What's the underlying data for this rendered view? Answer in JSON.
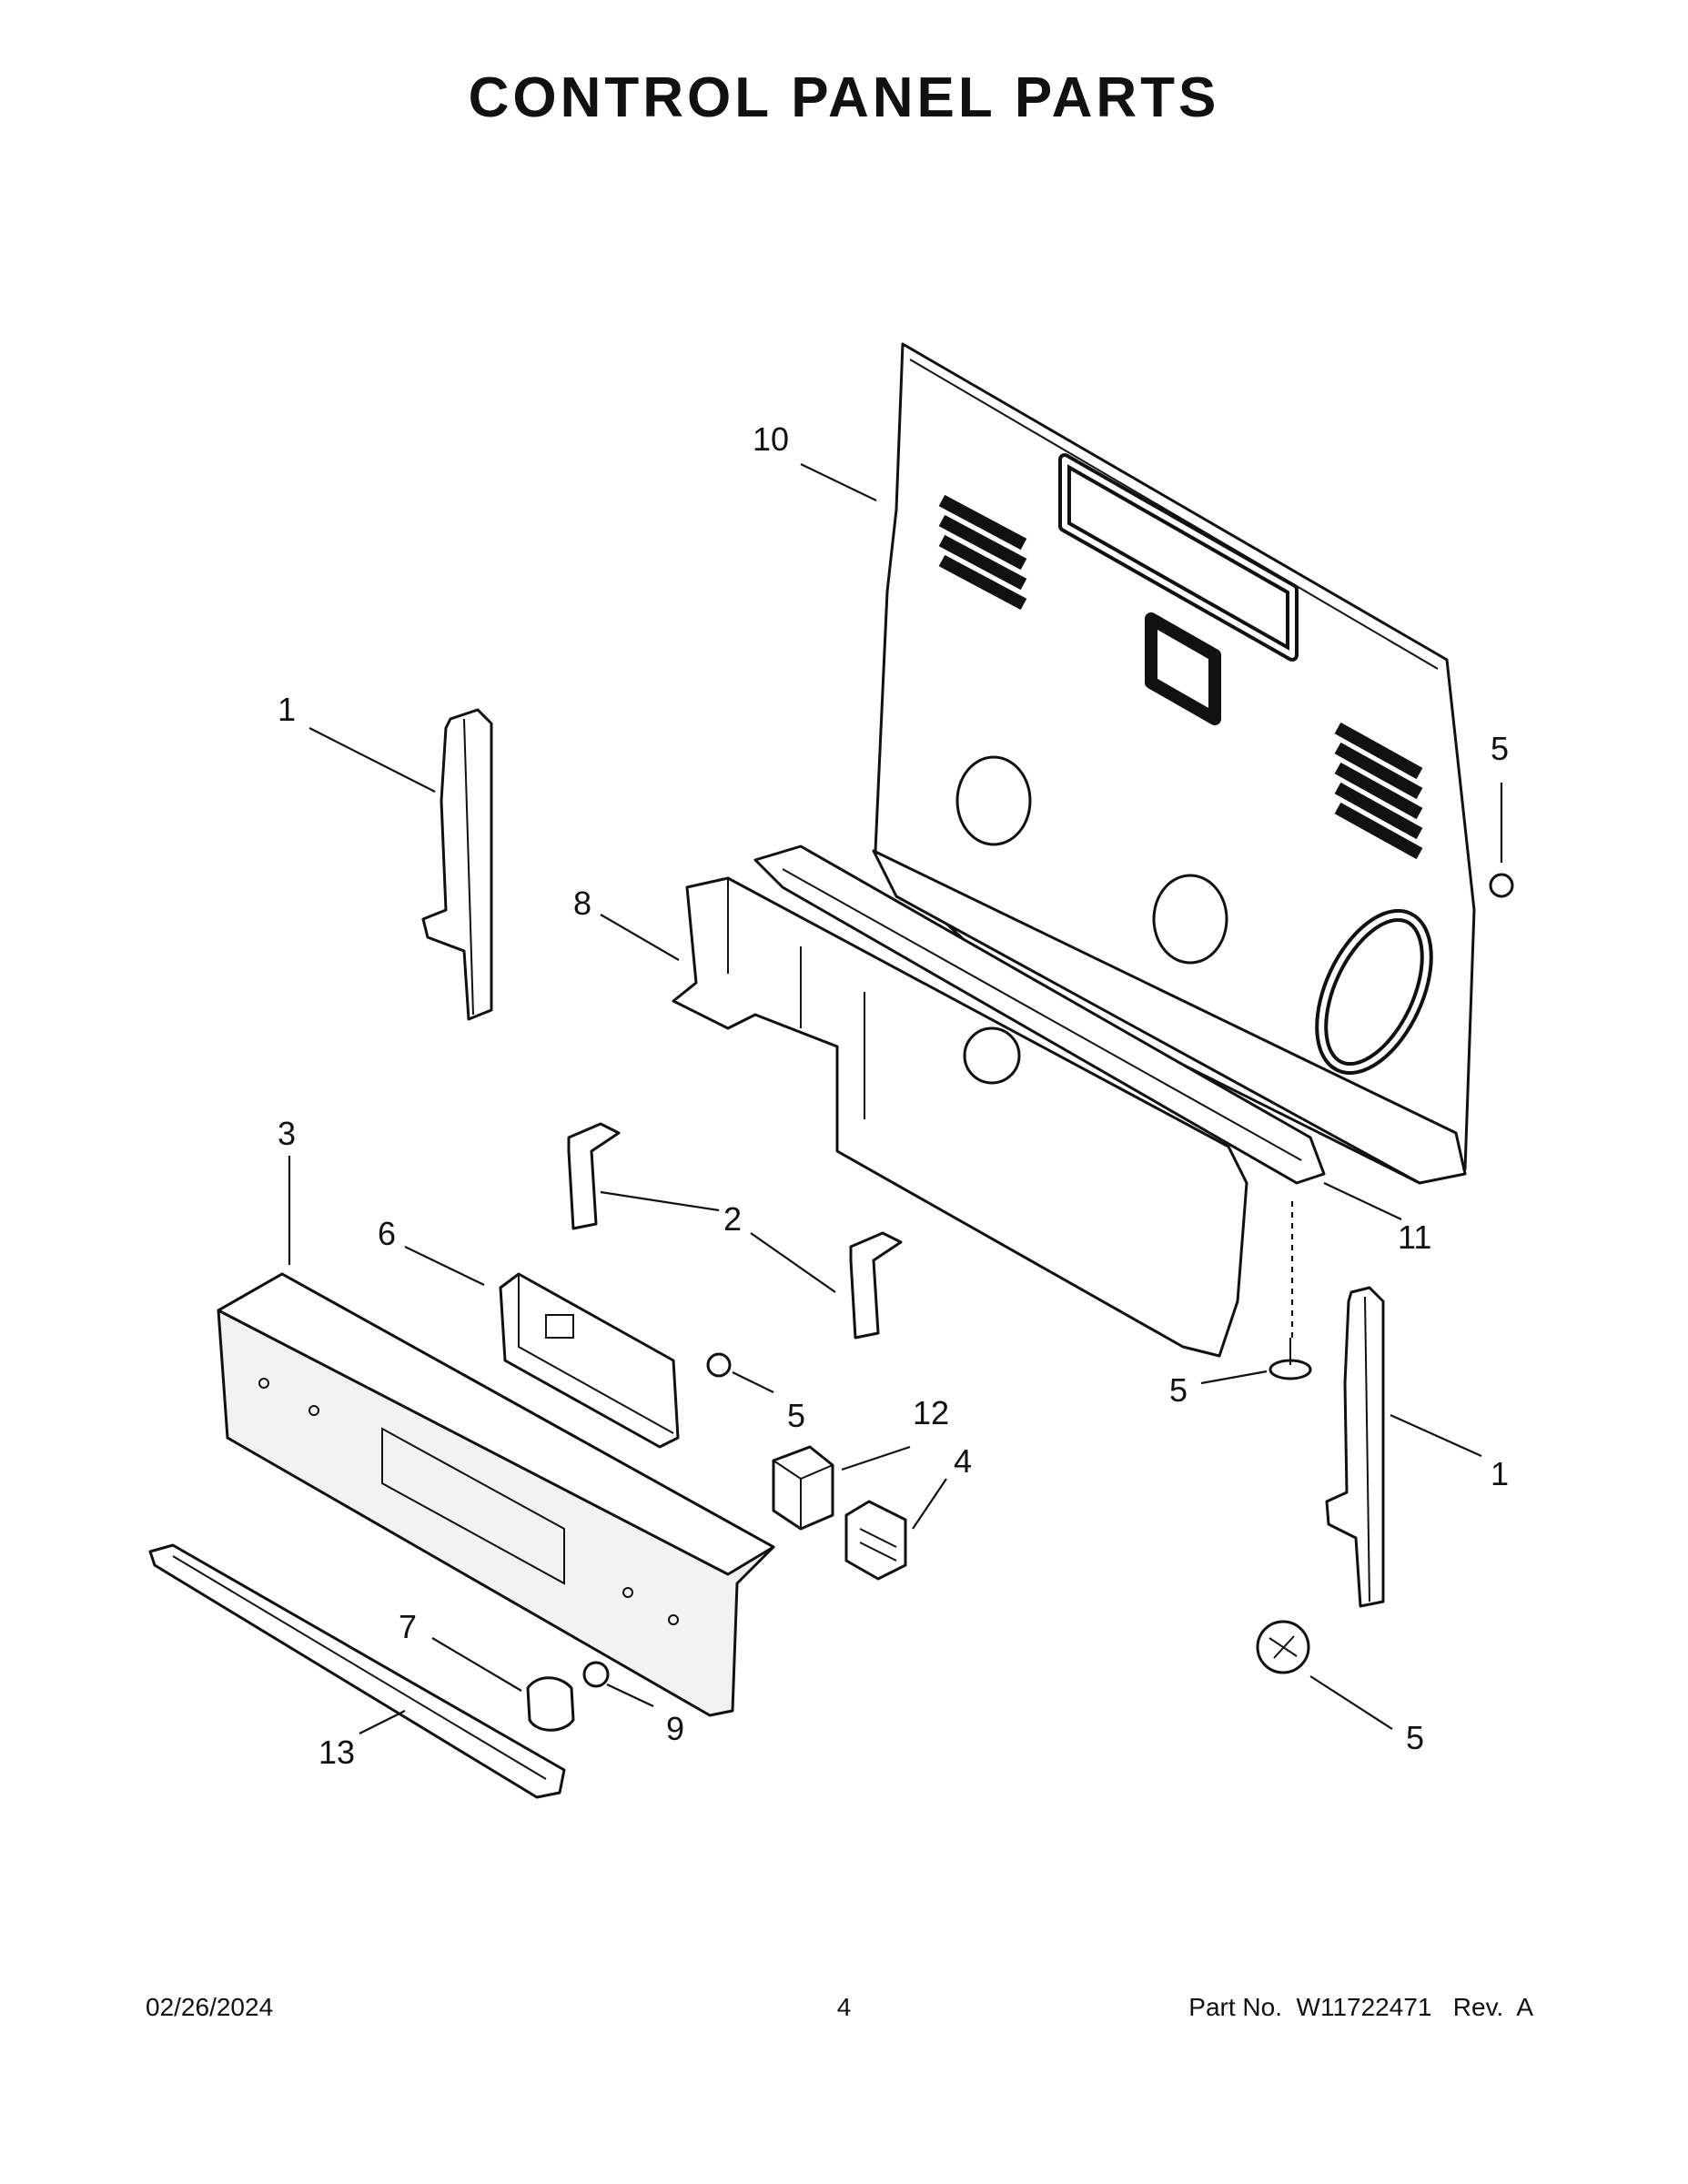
{
  "title": "CONTROL PANEL PARTS",
  "callouts": {
    "c1a": "1",
    "c1b": "1",
    "c2": "2",
    "c3": "3",
    "c4": "4",
    "c5a": "5",
    "c5b": "5",
    "c5c": "5",
    "c5d": "5",
    "c6": "6",
    "c7": "7",
    "c8": "8",
    "c9": "9",
    "c10": "10",
    "c11": "11",
    "c12": "12",
    "c13": "13"
  },
  "footer": {
    "date": "02/26/2024",
    "page": "4",
    "part_number": "Part No.  W11722471   Rev.  A"
  }
}
